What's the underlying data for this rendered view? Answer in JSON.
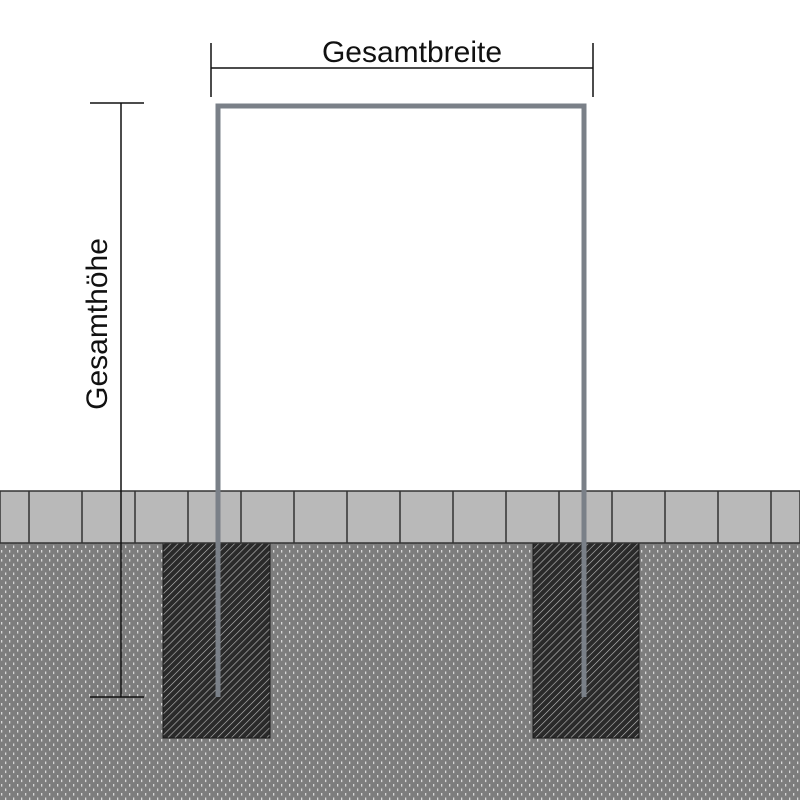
{
  "labels": {
    "total_width": "Gesamtbreite",
    "total_height": "Gesamthöhe"
  },
  "colors": {
    "background": "#ffffff",
    "frame": "#7a8088",
    "paving": "#b9b9b9",
    "paving_joint": "#333333",
    "soil": "#7d7d7d",
    "soil_dots": "#d6d6d6",
    "foundation": "#2a2a2a",
    "foundation_hatch": "#bdbdbd",
    "dimension_line": "#111111"
  },
  "icons": {
    "frame": "u-shaped-barrier-frame",
    "foundation": "concrete-foundation-hatched",
    "ground": "paving-and-soil"
  }
}
